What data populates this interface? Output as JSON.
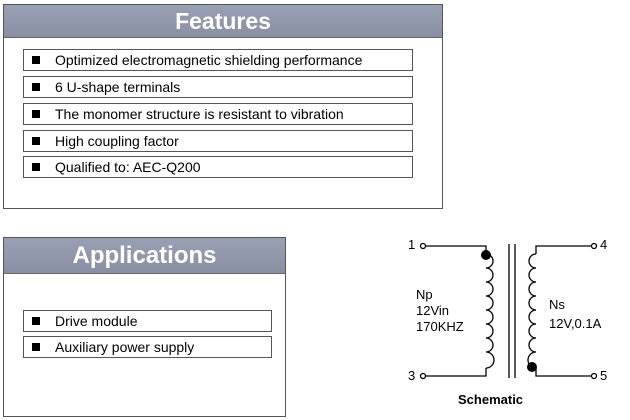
{
  "features": {
    "title": "Features",
    "items": [
      "Optimized electromagnetic shielding performance",
      "6 U-shape terminals",
      "The monomer structure is resistant to vibration",
      "High coupling factor",
      "Qualified to: AEC-Q200"
    ]
  },
  "applications": {
    "title": "Applications",
    "items": [
      "Drive module",
      "Auxiliary power supply"
    ]
  },
  "schematic": {
    "pin1": "1",
    "pin3": "3",
    "pin4": "4",
    "pin5": "5",
    "primary": {
      "name": "Np",
      "voltage": "12Vin",
      "frequency": "170KHZ"
    },
    "secondary": {
      "name": "Ns",
      "rating": "12V,0.1A"
    },
    "caption": "Schematic"
  }
}
